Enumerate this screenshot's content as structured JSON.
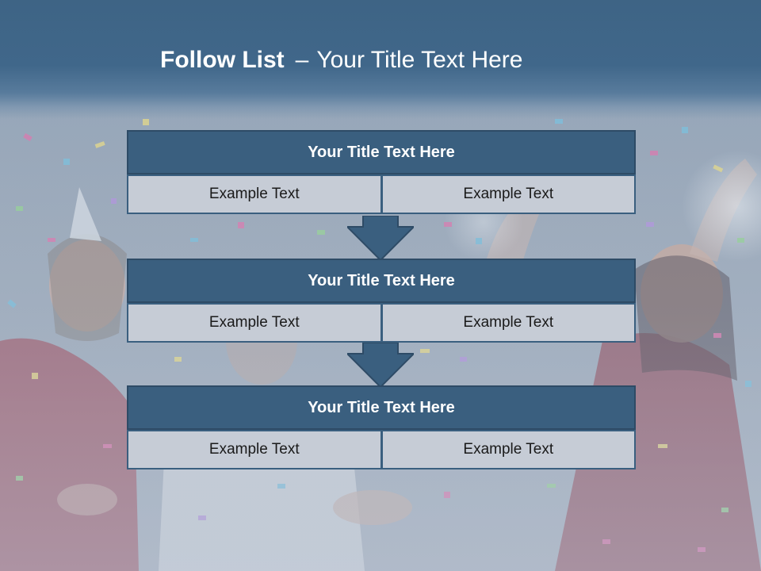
{
  "slide": {
    "title_bold": "Follow List",
    "title_separator": "–",
    "title_rest": "Your Title Text Here"
  },
  "blocks": [
    {
      "title": "Your Title Text Here",
      "cells": [
        "Example Text",
        "Example Text"
      ]
    },
    {
      "title": "Your Title Text Here",
      "cells": [
        "Example Text",
        "Example Text"
      ]
    },
    {
      "title": "Your Title Text Here",
      "cells": [
        "Example Text",
        "Example Text"
      ]
    }
  ],
  "colors": {
    "header": "#40678a",
    "block_title": "#3a5f7f",
    "block_cell": "#c6ccd6",
    "arrow": "#3a5f7f"
  }
}
